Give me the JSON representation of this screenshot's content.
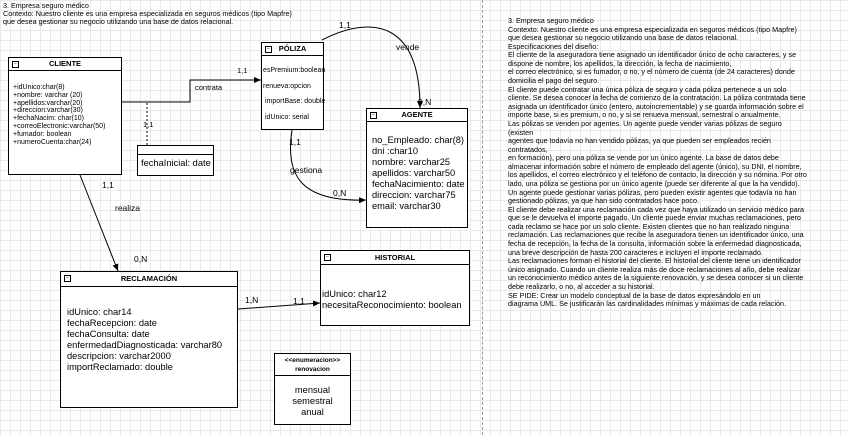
{
  "left_heading": {
    "title": "3. Empresa seguro médico",
    "context_lines": [
      "Contexto: Nuestro cliente es una empresa especializada en seguros médicos (tipo Mapfre)",
      "que desea gestionar su negocio utilizando una base de datos relacional."
    ]
  },
  "classes": {
    "cliente": {
      "title": "CLIENTE",
      "attributes": [
        "+idUnico:char(8)",
        "+nombre: varchar (20)",
        "+apellidos:varchar(20)",
        "+direccion:varchar(30)",
        "+fechaNacim: char(10)",
        "+correoElectronic:varchar(50)",
        "+fumador: boolean",
        "+numeroCuenta:char(24)"
      ]
    },
    "poliza": {
      "title": "PÓLIZA",
      "attributes": [
        "esPremium:boolean",
        "renueva:opcion",
        "importBase: double",
        "idUnico: serial"
      ]
    },
    "agente": {
      "title": "AGENTE",
      "attributes": [
        "no_Empleado: char(8)",
        "dni :char10",
        "nombre: varchar25",
        "apellidos: varchar50",
        "fechaNacimiento: date",
        "direccion: varchar75",
        "email: varchar30"
      ]
    },
    "reclamacion": {
      "title": "RECLAMACIÓN",
      "attributes": [
        "idUnico: char14",
        "fechaRecepcion: date",
        "fechaConsulta: date",
        "enfermedadDiagnosticada: varchar80",
        "descripcion: varchar2000",
        "importReclamado: double"
      ]
    },
    "historial": {
      "title": "HISTORIAL",
      "attributes": [
        "idUnico: char12",
        "necesitaReconocimiento: boolean"
      ]
    },
    "renovacion": {
      "stereotype": "<<enumeracion>>",
      "title": "renovacion",
      "values": [
        "mensual",
        "semestral",
        "anual"
      ]
    },
    "asociacion": {
      "attributes": [
        "fechaInicial: date"
      ]
    }
  },
  "relations": {
    "contrata": {
      "label": "contrata",
      "card_cliente": "1,1",
      "card_poliza": "1,1"
    },
    "vende": {
      "label": "vende",
      "card_poliza": "1,1",
      "card_agente": "0,N"
    },
    "gestiona": {
      "label": "gestiona",
      "card_poliza": "1,1",
      "card_agente": "0,N"
    },
    "realiza": {
      "label": "realiza",
      "card_cliente": "1,1",
      "card_reclamacion": "0,N"
    },
    "historial": {
      "card_reclamacion": "1,N",
      "card_historial": "1,1"
    }
  },
  "right_text": [
    "3. Empresa seguro médico",
    "Contexto: Nuestro cliente es una empresa especializada en seguros médicos (tipo Mapfre)",
    "que desea gestionar su negocio utilizando una base de datos relacional.",
    "Especificaciones del diseño:",
    "El cliente de la aseguradora tiene asignado un identificador único de ocho caracteres, y se",
    "dispone de nombre, los apellidos, la dirección, la fecha de nacimiento,",
    "el correo electrónico, si es fumador, o no, y el número de cuenta (de 24 caracteres) donde",
    "domicilia el pago del seguro.",
    "El cliente puede contratar una única póliza de seguro y cada póliza pertenece a un solo",
    "cliente. Se desea conocer la fecha de comienzo de la contratación. La póliza contratada tiene",
    "asignada un identificador único (entero, autoincrementable) y se guarda información sobre el",
    "importe base, si es premium, o no, y si se renueva mensual, semestral o anualmente.",
    "Las pólizas se venden por agentes. Un agente puede vender varias pólizas de seguro (existen",
    "agentes que todavía no han vendido pólizas, ya que pueden ser empleados recién contratados,",
    "en formación), pero una póliza se vende por un único agente. La base de datos debe",
    "almacenar información sobre el número de empleado del agente (único), su DNI, el nombre,",
    "los apellidos, el correo electrónico y el teléfono de contacto, la dirección y su nómina. Por otro",
    "lado, una póliza se gestiona por un único agente (puede ser diferente al que la ha vendido).",
    "Un agente puede gestionar varias pólizas, pero pueden existir agentes que todavía no han",
    "gestionado pólizas, ya que han sido contratados hace poco.",
    "El cliente debe realizar una reclamación cada vez que haya utilizado un servicio médico para",
    "que se le devuelva el importe pagado. Un cliente puede enviar muchas reclamaciones, pero",
    "cada reclamo se hace por un solo cliente. Existen clientes que no han realizado ninguna",
    "reclamación. Las reclamaciones que recibe la aseguradora tienen un identificador único, una",
    "fecha de recepción, la fecha de la consulta, información sobre la enfermedad diagnosticada,",
    "una breve descripción de hasta 200 caracteres e incluyen el importe reclamado.",
    "Las reclamaciones forman el historial del cliente. El historial del cliente tiene un identificador",
    "único asignado. Cuando un cliente realiza más de doce reclamaciones al año, debe realizar",
    "un reconocimiento médico antes de la siguiente renovación, y se desea conocer si un cliente",
    "debe realizarlo, o no, al acceder a su historial.",
    "SE PIDE: Crear un modelo conceptual de la base de datos expresándolo en un",
    "diagrama UML. Se justificarán las cardinalidades mínimas y máximas de cada relación."
  ]
}
